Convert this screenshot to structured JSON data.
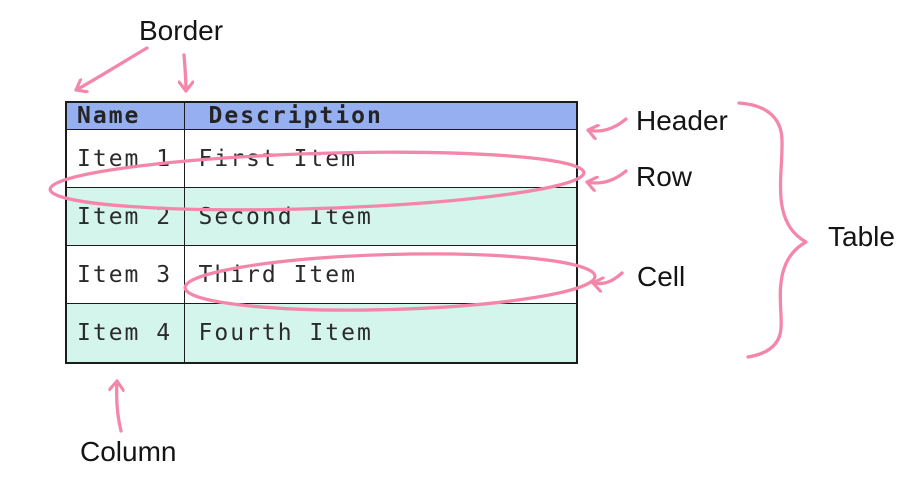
{
  "table": {
    "headers": [
      "Name",
      "Description"
    ],
    "rows": [
      [
        "Item 1",
        "First Item"
      ],
      [
        "Item 2",
        "Second Item"
      ],
      [
        "Item 3",
        "Third Item"
      ],
      [
        "Item 4",
        "Fourth Item"
      ]
    ]
  },
  "labels": {
    "border": "Border",
    "header": "Header",
    "row": "Row",
    "cell": "Cell",
    "table": "Table",
    "column": "Column"
  },
  "colors": {
    "annotation_pink": "#F487A9",
    "header_background": "#95AFF1",
    "alt_row_background": "#D3F5EC",
    "table_border": "#1c1c1c"
  }
}
